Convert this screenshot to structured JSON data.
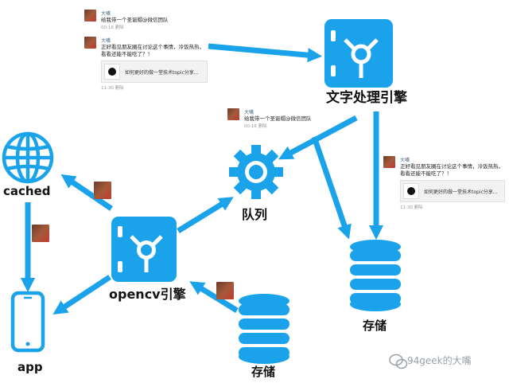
{
  "nodes": {
    "text_engine": {
      "label": "文字处理引擎"
    },
    "opencv_engine": {
      "label": "opencv引擎"
    },
    "queue": {
      "label": "队列"
    },
    "cached": {
      "label": "cached"
    },
    "app": {
      "label": "app"
    },
    "storage_right": {
      "label": "存储"
    },
    "storage_bottom": {
      "label": "存储"
    }
  },
  "chats": {
    "top1": {
      "name": "大嘴",
      "text": "给我带一个圣诞帽@微信团队",
      "time": "00:16",
      "delete": "删除"
    },
    "top2": {
      "name": "大嘴",
      "text_line1": "正好看见朋友圈在讨论这个事情，冷饭热热，",
      "text_line2": "看看还能不能吃了？！",
      "card_text": "如何更好的做一堂技术topic分享...",
      "time": "11:30",
      "delete": "删除"
    },
    "mid": {
      "name": "大嘴",
      "text": "给我带一个圣诞帽@微信团队",
      "time": "00:16",
      "delete": "删除"
    },
    "right": {
      "name": "大嘴",
      "text_line1": "正好看见朋友圈在讨论这个事情，冷饭热热，",
      "text_line2": "看看还能不能吃了？！",
      "card_text": "如何更好的做一堂技术topic分享...",
      "time": "11:30",
      "delete": "删除"
    }
  },
  "watermark": {
    "text": "94geek的大嘴"
  },
  "colors": {
    "accent": "#1aa3ea",
    "icon_bg": "#1aa3ea"
  }
}
